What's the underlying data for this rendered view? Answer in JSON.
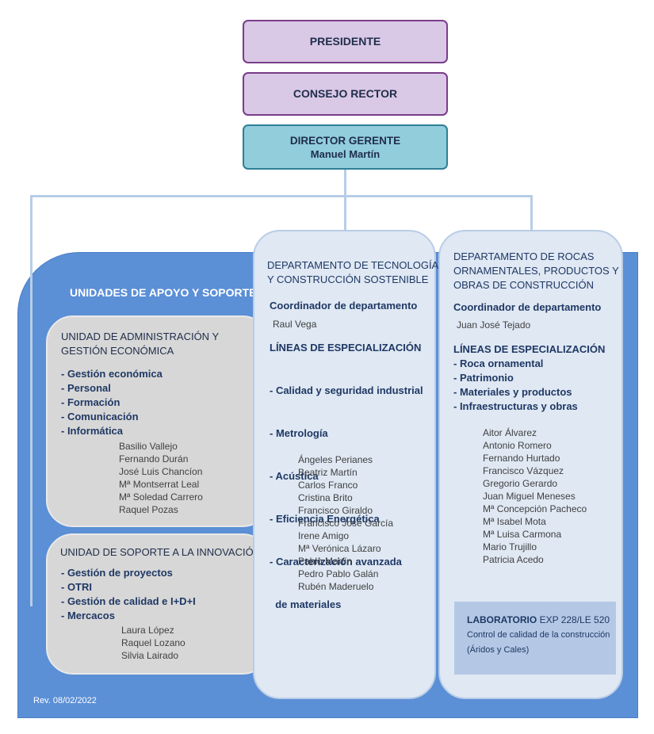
{
  "top": {
    "presidente": "PRESIDENTE",
    "consejo": "CONSEJO RECTOR",
    "director_title": "DIRECTOR GERENTE",
    "director_name": "Manuel Martín"
  },
  "support": {
    "title": "UNIDADES DE APOYO Y SOPORTE",
    "admin": {
      "title_line1": "UNIDAD DE ADMINISTRACIÓN Y",
      "title_line2": "GESTIÓN ECONÓMICA",
      "functions": [
        "- Gestión económica",
        "- Personal",
        "- Formación",
        "- Comunicación",
        "- Informática"
      ],
      "people": [
        "Basilio Vallejo",
        "Fernando Durán",
        "José Luis Chancíon",
        "Mª Montserrat Leal",
        "Mª Soledad Carrero",
        "Raquel Pozas"
      ]
    },
    "innovation": {
      "title": "UNIDAD DE SOPORTE A LA INNOVACIÓN",
      "functions": [
        "- Gestión de proyectos",
        "- OTRI",
        "- Gestión de calidad e I+D+I",
        "- Mercacos"
      ],
      "people": [
        "Laura López",
        "Raquel Lozano",
        "Silvia Lairado"
      ]
    }
  },
  "dept_tech": {
    "title_line1": "DEPARTAMENTO DE TECNOLOGÍAS",
    "title_line2": "Y CONSTRUCCIÓN SOSTENIBLE",
    "coord_label": "Coordinador de departamento",
    "coord_name": "Raul Vega",
    "lines_label": "LÍNEAS DE ESPECIALIZACIÓN",
    "lines": [
      "- Calidad y seguridad industrial",
      "- Metrología",
      "- Acústica",
      "- Eficiencia Energética",
      "- Caracterización avanzada",
      "  de materiales"
    ],
    "people": [
      "Ángeles Perianes",
      "Beatriz Martín",
      "Carlos Franco",
      "Cristina Brito",
      "Francisco Giraldo",
      "Francisco José García",
      "Irene Amigo",
      "Mª Verónica Lázaro",
      "Pablo Martín",
      "Pedro Pablo Galán",
      "Rubén Maderuelo"
    ]
  },
  "dept_rocks": {
    "title_line1": "DEPARTAMENTO DE ROCAS",
    "title_line2": "ORNAMENTALES, PRODUCTOS Y",
    "title_line3": "OBRAS DE CONSTRUCCIÓN",
    "coord_label": "Coordinador de departamento",
    "coord_name": "Juan José Tejado",
    "lines_label": "LÍNEAS DE ESPECIALIZACIÓN",
    "lines": [
      "- Roca ornamental",
      "- Patrimonio",
      "- Materiales y productos",
      "- Infraestructuras y obras"
    ],
    "people": [
      "Aitor Álvarez",
      "Antonio Romero",
      "Fernando Hurtado",
      "Francisco Vázquez",
      "Gregorio Gerardo",
      "Juan Miguel Meneses",
      "Mª Concepción Pacheco",
      "Mª Isabel Mota",
      "Mª Luisa Carmona",
      "Mario Trujillo",
      "Patricia Acedo"
    ]
  },
  "lab": {
    "title": "LABORATORIO",
    "code": "EXP 228/LE 520",
    "line2": "Control de calidad de la construcción",
    "line3": "(Áridos y Cales)"
  },
  "revision": "Rev. 08/02/2022"
}
